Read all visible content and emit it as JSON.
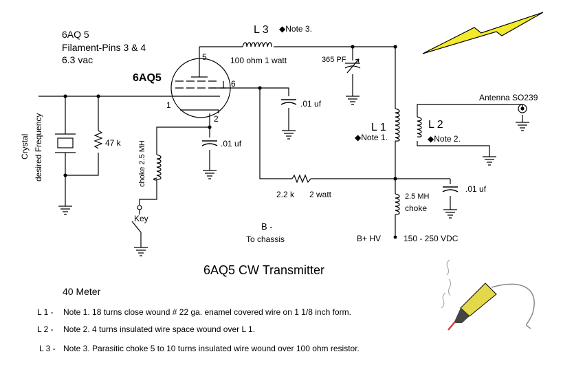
{
  "header": {
    "tube_name": "6AQ 5",
    "filament": "Filament-Pins 3 & 4",
    "voltage": "6.3 vac"
  },
  "tube": {
    "label": "6AQ5",
    "pin5": "5",
    "pin6": "6",
    "pin1": "1",
    "pin2": "2"
  },
  "l3": {
    "label": "L 3",
    "note": "◆Note  3.",
    "resistor": "100 ohm   1 watt"
  },
  "cap365": "365 PF",
  "cap_plate": ".01 uf",
  "cap_cathode": ".01 uf",
  "cap_supply": ".01 uf",
  "antenna": "Antenna SO239",
  "l1": {
    "label": "L 1",
    "note": "◆Note 1."
  },
  "l2": {
    "label": "L 2",
    "note": "◆Note 2."
  },
  "crystal": {
    "line1": "Crystal",
    "line2": "desired Frequency"
  },
  "r47k": "47 k",
  "choke_cathode": "choke  2.5 MH",
  "key": "Key",
  "r22k": {
    "value": "2.2 k",
    "power": "2 watt"
  },
  "choke_supply": {
    "line1": "2.5 MH",
    "line2": "choke"
  },
  "bminus": {
    "line1": "B -",
    "line2": "To chassis"
  },
  "bplus": "B+ HV",
  "supply_voltage": "150 - 250 VDC",
  "title": "6AQ5  CW  Transmitter",
  "band": "40 Meter",
  "notes": [
    {
      "ref": "L 1 -",
      "text": "Note 1. 18 turns close wound # 22 ga. enamel covered wire on 1 1/8 inch form."
    },
    {
      "ref": "L 2 -",
      "text": "Note 2. 4 turns insulated wire space wound over L 1."
    },
    {
      "ref": "L 3 -",
      "text": "Note 3. Parasitic choke 5 to 10 turns insulated wire wound over 100 ohm resistor."
    }
  ],
  "colors": {
    "bolt": "#f2ea2a",
    "iron_handle": "#e3d84a",
    "iron_tip": "#d04040"
  }
}
